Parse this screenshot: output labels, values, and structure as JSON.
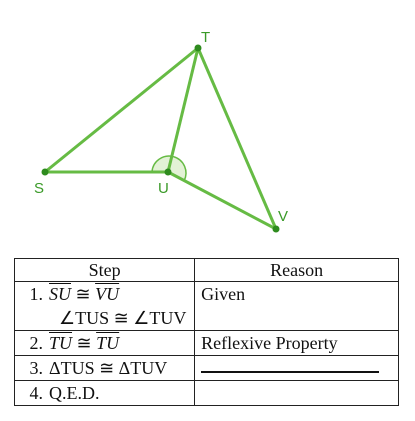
{
  "figure": {
    "line_color": "#66bb44",
    "point_color": "#2e8b1e",
    "label_color": "#3a9a28",
    "arc_fill": "#e3f2d6",
    "labels": {
      "T": "T",
      "S": "S",
      "U": "U",
      "V": "V"
    }
  },
  "table": {
    "headers": {
      "step": "Step",
      "reason": "Reason"
    },
    "rows": [
      {
        "num": "1.",
        "step_a": "SU",
        "cong": "≅",
        "step_b": "VU",
        "step_line2": "∠TUS ≅ ∠TUV",
        "reason": "Given"
      },
      {
        "num": "2.",
        "step_a": "TU",
        "cong": "≅",
        "step_b": "TU",
        "reason": "Reflexive Property"
      },
      {
        "num": "3.",
        "step": "ΔTUS ≅ ΔTUV",
        "reason": ""
      },
      {
        "num": "4.",
        "step": "Q.E.D.",
        "reason": ""
      }
    ]
  }
}
